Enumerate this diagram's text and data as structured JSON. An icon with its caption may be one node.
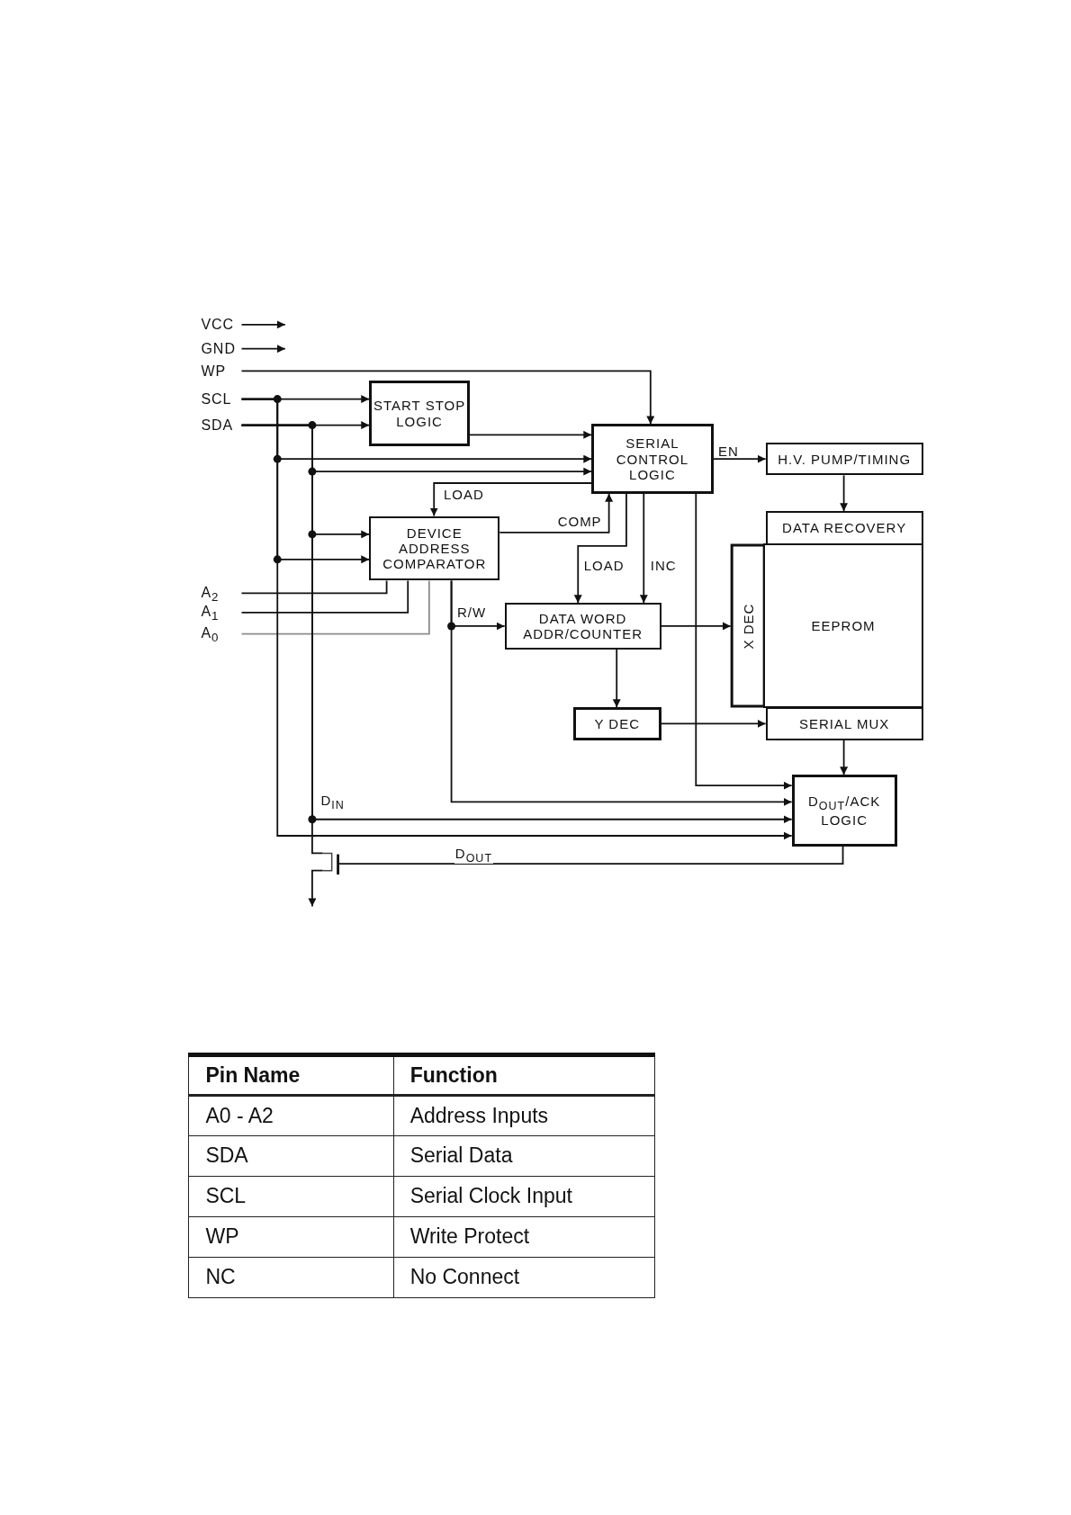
{
  "diagram": {
    "nodes": [
      {
        "text": [
          "VCC"
        ]
      },
      {
        "text": [
          "GND"
        ]
      },
      {
        "text": [
          "WP"
        ]
      },
      {
        "text": [
          "SCL"
        ]
      },
      {
        "text": [
          "SDA"
        ]
      },
      {
        "text": [
          "START STOP LOGIC"
        ]
      },
      {
        "text": [
          "SERIAL CONTROL LOGIC"
        ]
      },
      {
        "text": [
          "H.V. PUMP/TIMING"
        ]
      },
      {
        "text": [
          "DATA RECOVERY"
        ]
      },
      {
        "text": [
          "DEVICE ADDRESS COMPARATOR"
        ]
      },
      {
        "text": [
          "A$_{2}$"
        ]
      },
      {
        "text": [
          "A$_{1}$"
        ]
      },
      {
        "text": [
          "A$_{0}$"
        ]
      },
      {
        "text": [
          "X DEC"
        ]
      },
      {
        "text": [
          "EEPROM"
        ]
      },
      {
        "text": [
          "DATA WORD ADDR/COUNTER"
        ]
      },
      {
        "text": [
          "Y DEC"
        ]
      },
      {
        "text": [
          "SERIAL MUX"
        ]
      },
      {
        "text": [
          "D$_{OUT}$/ACK LOGIC"
        ]
      },
      {
        "text": [],
        "shape": "transistor"
      }
    ],
    "edges": [
      {
        "from": 0,
        "to": null,
        "arrow": "to"
      },
      {
        "from": 1,
        "to": null,
        "arrow": "to"
      },
      {
        "from": 2,
        "to": 6,
        "arrow": "to"
      },
      {
        "from": 3,
        "to": 5,
        "arrow": "to"
      },
      {
        "from": 4,
        "to": 5,
        "arrow": "to"
      },
      {
        "from": 5,
        "to": 6,
        "arrow": "to"
      },
      {
        "from": 3,
        "to": 6,
        "arrow": "to"
      },
      {
        "from": 4,
        "to": 6,
        "arrow": "to"
      },
      {
        "from": 6,
        "to": 9,
        "arrow": "to",
        "label": "LOAD"
      },
      {
        "from": 4,
        "to": 9,
        "arrow": "to"
      },
      {
        "from": 3,
        "to": 9,
        "arrow": "to"
      },
      {
        "from": 9,
        "to": 6,
        "arrow": "to",
        "label": "COMP"
      },
      {
        "from": 10,
        "to": 9,
        "arrow": "none"
      },
      {
        "from": 11,
        "to": 9,
        "arrow": "none"
      },
      {
        "from": 12,
        "to": 9,
        "arrow": "none",
        "color": "#8c8c8c"
      },
      {
        "from": 6,
        "to": 7,
        "arrow": "to",
        "label": "EN"
      },
      {
        "from": 7,
        "to": 8,
        "arrow": "to"
      },
      {
        "from": 6,
        "to": 15,
        "arrow": "to",
        "label": "LOAD"
      },
      {
        "from": 6,
        "to": 15,
        "arrow": "to",
        "label": "INC"
      },
      {
        "from": 9,
        "to": 15,
        "arrow": "to",
        "label": "R/W"
      },
      {
        "from": 15,
        "to": 13,
        "arrow": "to"
      },
      {
        "from": 15,
        "to": 16,
        "arrow": "to"
      },
      {
        "from": 16,
        "to": 17,
        "arrow": "to"
      },
      {
        "from": 6,
        "to": 18,
        "arrow": "to"
      },
      {
        "from": 9,
        "to": 18,
        "arrow": "to"
      },
      {
        "from": 17,
        "to": 18,
        "arrow": "to"
      },
      {
        "from": 4,
        "to": 18,
        "arrow": "to",
        "label": "D$_{IN}$"
      },
      {
        "from": 3,
        "to": 18,
        "arrow": "to"
      },
      {
        "from": 18,
        "to": 19,
        "arrow": "none",
        "label": "D$_{OUT}$"
      },
      {
        "from": 4,
        "to": 19,
        "arrow": "none"
      },
      {
        "from": 19,
        "to": null,
        "arrow": "to"
      }
    ],
    "labels": [
      "Pin Name",
      "Function",
      "A0 - A2",
      "Address Inputs",
      "SDA",
      "Serial Data",
      "SCL",
      "Serial Clock Input",
      "WP",
      "Write Protect",
      "NC",
      "No Connect"
    ]
  }
}
